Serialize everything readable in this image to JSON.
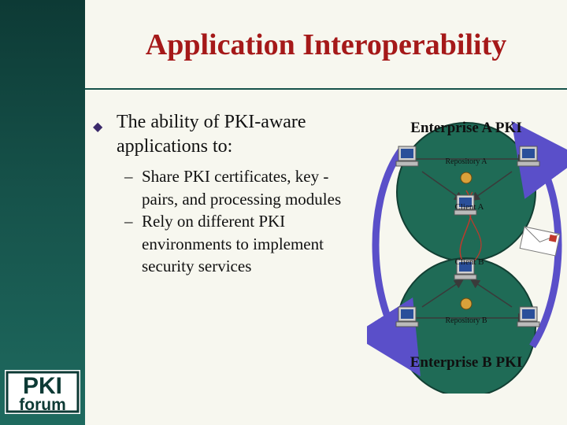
{
  "slide": {
    "title": "Application Interoperability",
    "bullet_marker": "u",
    "main_point": "The ability of PKI-aware applications to:",
    "sub_points": [
      "Share PKI certificates, key -pairs, and processing modules",
      "Rely on different PKI environments to implement security services"
    ],
    "sub_marker": "–"
  },
  "logo": {
    "top_text": "PKI",
    "bottom_text": "forum"
  },
  "diagram": {
    "enterprise_a": "Enterprise A PKI",
    "enterprise_b": "Enterprise B PKI",
    "repository_a": "Repository A",
    "repository_b": "Repository B",
    "client_a": "Client A",
    "client_b": "Client B"
  },
  "colors": {
    "title_red": "#a51919",
    "sidebar_green": "#16524a",
    "circle_green": "#1f6b56",
    "arrow_purple": "#5a4fc9",
    "link_red": "#c0392b"
  }
}
